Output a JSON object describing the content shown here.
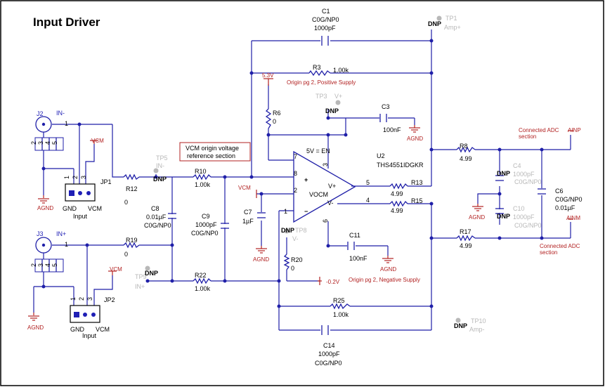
{
  "title": "Input Driver",
  "colors": {
    "wire": "#1f1fa8",
    "power": "#b22222",
    "testpoint": "#b8b8b8"
  },
  "icons": [
    "ground-icon",
    "connector-icon",
    "opamp-icon",
    "resistor-icon",
    "capacitor-icon",
    "jumper-icon"
  ],
  "connectors": {
    "j2": {
      "ref": "J2",
      "net": "IN-",
      "pin": "1",
      "pins": [
        "2",
        "3",
        "4",
        "5"
      ]
    },
    "j3": {
      "ref": "J3",
      "net": "IN+",
      "pin": "1",
      "pins": [
        "2",
        "3",
        "4",
        "5"
      ]
    }
  },
  "jumpers": {
    "jp1": {
      "ref": "JP1",
      "pins": [
        "1",
        "2",
        "3"
      ],
      "gnd": "GND",
      "vcm": "VCM",
      "label": "Input",
      "net_top": "VCM"
    },
    "jp2": {
      "ref": "JP2",
      "pins": [
        "1",
        "2",
        "3"
      ],
      "gnd": "GND",
      "vcm": "VCM",
      "label": "Input",
      "net_top": "VCM"
    }
  },
  "grounds": {
    "label": "AGND"
  },
  "resistors": {
    "r3": {
      "ref": "R3",
      "value": "1.00k"
    },
    "r6": {
      "ref": "R6",
      "value": "0"
    },
    "r8": {
      "ref": "R8",
      "value": "4.99"
    },
    "r10": {
      "ref": "R10",
      "value": "1.00k"
    },
    "r12": {
      "ref": "R12",
      "value": "0"
    },
    "r13": {
      "ref": "R13",
      "value": "4.99"
    },
    "r15": {
      "ref": "R15",
      "value": "4.99"
    },
    "r17": {
      "ref": "R17",
      "value": "4.99"
    },
    "r19": {
      "ref": "R19",
      "value": "0"
    },
    "r20": {
      "ref": "R20",
      "value": "0"
    },
    "r22": {
      "ref": "R22",
      "value": "1.00k"
    },
    "r25": {
      "ref": "R25",
      "value": "1.00k"
    }
  },
  "capacitors": {
    "c1": {
      "ref": "C1",
      "dielectric": "C0G/NP0",
      "value": "1000pF"
    },
    "c3": {
      "ref": "C3",
      "value": "100nF"
    },
    "c4": {
      "ref": "C4",
      "value": "1000pF",
      "dielectric": "C0G/NP0",
      "dnp": "DNP"
    },
    "c6": {
      "ref": "C6",
      "dielectric": "C0G/NP0",
      "value": "0.01µF"
    },
    "c7": {
      "ref": "C7",
      "value": "1µF"
    },
    "c8": {
      "ref": "C8",
      "value": "0.01µF",
      "dielectric": "C0G/NP0"
    },
    "c9": {
      "ref": "C9",
      "value": "1000pF",
      "dielectric": "C0G/NP0"
    },
    "c10": {
      "ref": "C10",
      "value": "1000pF",
      "dielectric": "C0G/NP0",
      "dnp": "DNP"
    },
    "c11": {
      "ref": "C11",
      "value": "100nF"
    },
    "c14": {
      "ref": "C14",
      "value": "1000pF",
      "dielectric": "C0G/NP0"
    }
  },
  "testpoints": {
    "tp1": {
      "ref": "TP1",
      "net": "Amp+",
      "dnp": "DNP"
    },
    "tp3": {
      "ref": "TP3",
      "net": "V+",
      "dnp": "DNP"
    },
    "tp5": {
      "ref": "TP5",
      "net": "IN-",
      "dnp": "DNP"
    },
    "tp8": {
      "ref": "TP8",
      "net": "V-",
      "dnp": "DNP"
    },
    "tp9": {
      "ref": "TP9",
      "net": "IN+",
      "dnp": "DNP"
    },
    "tp10": {
      "ref": "TP10",
      "net": "Amp-",
      "dnp": "DNP"
    }
  },
  "opamp": {
    "ref": "U2",
    "part": "THS4551IDGKR",
    "enable": "5V = EN",
    "vocm": "VOCM",
    "vcm_net": "VCM",
    "out_pos": "V+",
    "out_neg": "V-",
    "plus": "+",
    "minus": "−",
    "pins": {
      "p1": "1",
      "p2": "2",
      "p3": "3",
      "p4": "4",
      "p5": "5",
      "p6": "6",
      "p7": "7",
      "p8": "8"
    }
  },
  "power": {
    "pos_rail": "5.3V",
    "pos_note": "Origin pg 2, Positive Supply",
    "neg_rail": "-0.2V",
    "neg_note": "Origin pg 2, Negative Supply"
  },
  "vcm_box": {
    "line1": "VCM origin voltage",
    "line2": "reference section"
  },
  "adc": {
    "ainp": "AINP",
    "ainm": "AINM",
    "note_top_1": "Connected ADC",
    "note_top_2": "section",
    "note_bottom_1": "Connected ADC",
    "note_bottom_2": "section"
  }
}
